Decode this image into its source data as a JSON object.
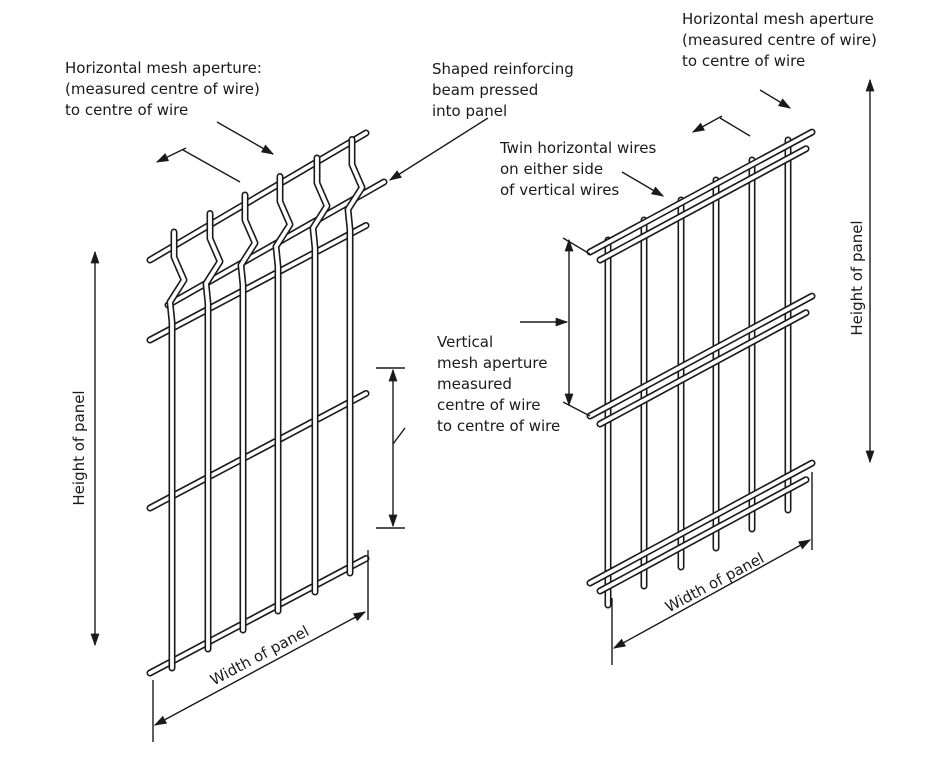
{
  "labels": {
    "left_horizontal_aperture": [
      "Horizontal mesh aperture:",
      "(measured centre of wire)",
      "to centre of wire"
    ],
    "shaped_beam": [
      "Shaped reinforcing",
      "beam pressed",
      "into panel"
    ],
    "right_horizontal_aperture": [
      "Horizontal mesh aperture",
      "(measured  centre of wire)",
      "to centre of wire"
    ],
    "twin_wires": [
      "Twin horizontal wires",
      "on either side",
      "of vertical wires"
    ],
    "vertical_aperture": [
      "Vertical",
      "mesh aperture",
      "measured",
      "centre of wire",
      "to centre of wire"
    ],
    "left_height": "Height of panel",
    "left_width": "Width of panel",
    "right_height": "Height of panel",
    "right_width": "Width of panel"
  },
  "colors": {
    "line": "#1a1a1a",
    "fill": "#ffffff"
  }
}
